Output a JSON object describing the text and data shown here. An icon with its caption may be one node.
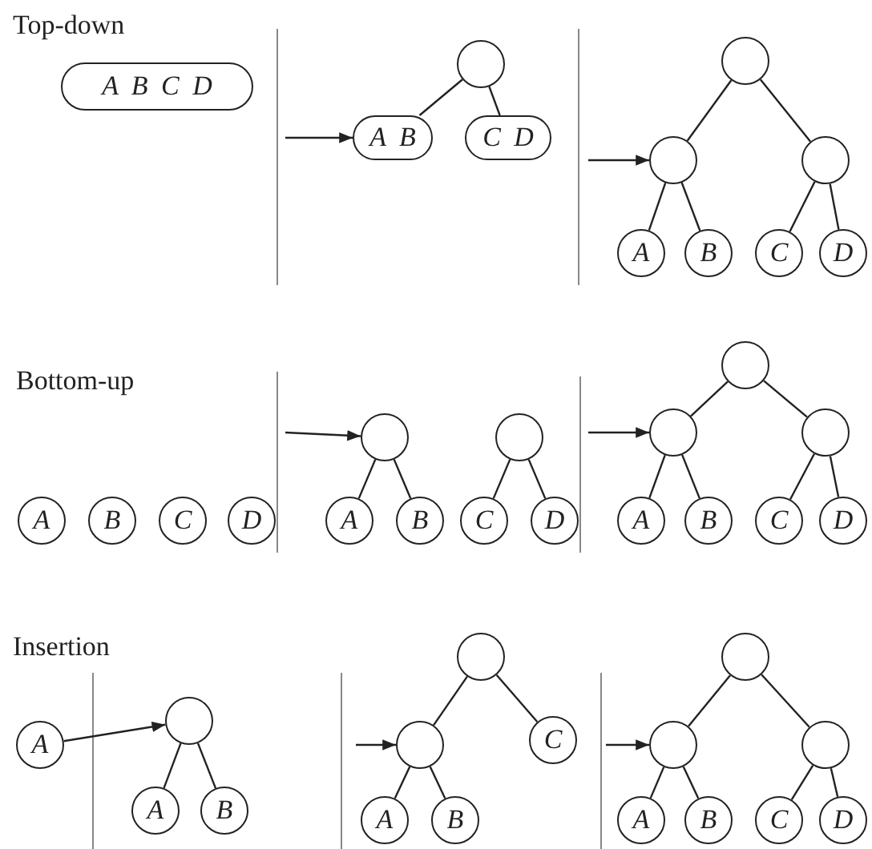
{
  "diagram": {
    "nodes": [
      {
        "text": [
          "A B C D"
        ]
      },
      {
        "text": [],
        "shape": "circle"
      },
      {
        "text": [
          "A B"
        ]
      },
      {
        "text": [
          "C D"
        ]
      },
      {
        "text": [],
        "shape": "circle"
      },
      {
        "text": [],
        "shape": "circle"
      },
      {
        "text": [],
        "shape": "circle"
      },
      {
        "text": [
          "A"
        ]
      },
      {
        "text": [
          "B"
        ]
      },
      {
        "text": [
          "C"
        ]
      },
      {
        "text": [
          "D"
        ]
      },
      {
        "text": [
          "A"
        ]
      },
      {
        "text": [
          "B"
        ]
      },
      {
        "text": [
          "C"
        ]
      },
      {
        "text": [
          "D"
        ]
      },
      {
        "text": [],
        "shape": "circle"
      },
      {
        "text": [
          "A"
        ]
      },
      {
        "text": [
          "B"
        ]
      },
      {
        "text": [],
        "shape": "circle"
      },
      {
        "text": [
          "C"
        ]
      },
      {
        "text": [
          "D"
        ]
      },
      {
        "text": [],
        "shape": "circle"
      },
      {
        "text": [],
        "shape": "circle"
      },
      {
        "text": [],
        "shape": "circle"
      },
      {
        "text": [
          "A"
        ]
      },
      {
        "text": [
          "B"
        ]
      },
      {
        "text": [
          "C"
        ]
      },
      {
        "text": [
          "D"
        ]
      },
      {
        "text": [
          "A"
        ]
      },
      {
        "text": [],
        "shape": "circle"
      },
      {
        "text": [
          "A"
        ]
      },
      {
        "text": [
          "B"
        ]
      },
      {
        "text": [],
        "shape": "circle"
      },
      {
        "text": [],
        "shape": "circle"
      },
      {
        "text": [
          "C"
        ]
      },
      {
        "text": [
          "A"
        ]
      },
      {
        "text": [
          "B"
        ]
      },
      {
        "text": [],
        "shape": "circle"
      },
      {
        "text": [],
        "shape": "circle"
      },
      {
        "text": [],
        "shape": "circle"
      },
      {
        "text": [
          "A"
        ]
      },
      {
        "text": [
          "B"
        ]
      },
      {
        "text": [
          "C"
        ]
      },
      {
        "text": [
          "D"
        ]
      }
    ],
    "edges": [
      {
        "from": 1,
        "to": 2,
        "arrow": "none"
      },
      {
        "from": 1,
        "to": 3,
        "arrow": "none"
      },
      {
        "from": null,
        "to": 2,
        "arrow": "to"
      },
      {
        "from": 4,
        "to": 5,
        "arrow": "none"
      },
      {
        "from": 4,
        "to": 6,
        "arrow": "none"
      },
      {
        "from": 5,
        "to": 7,
        "arrow": "none"
      },
      {
        "from": 5,
        "to": 8,
        "arrow": "none"
      },
      {
        "from": 6,
        "to": 9,
        "arrow": "none"
      },
      {
        "from": 6,
        "to": 10,
        "arrow": "none"
      },
      {
        "from": null,
        "to": 5,
        "arrow": "to"
      },
      {
        "from": null,
        "to": 15,
        "arrow": "to"
      },
      {
        "from": 15,
        "to": 16,
        "arrow": "none"
      },
      {
        "from": 15,
        "to": 17,
        "arrow": "none"
      },
      {
        "from": 18,
        "to": 19,
        "arrow": "none"
      },
      {
        "from": 18,
        "to": 20,
        "arrow": "none"
      },
      {
        "from": null,
        "to": 22,
        "arrow": "to"
      },
      {
        "from": 21,
        "to": 22,
        "arrow": "none"
      },
      {
        "from": 21,
        "to": 23,
        "arrow": "none"
      },
      {
        "from": 22,
        "to": 24,
        "arrow": "none"
      },
      {
        "from": 22,
        "to": 25,
        "arrow": "none"
      },
      {
        "from": 23,
        "to": 26,
        "arrow": "none"
      },
      {
        "from": 23,
        "to": 27,
        "arrow": "none"
      },
      {
        "from": 28,
        "to": 29,
        "arrow": "to"
      },
      {
        "from": 29,
        "to": 30,
        "arrow": "none"
      },
      {
        "from": 29,
        "to": 31,
        "arrow": "none"
      },
      {
        "from": null,
        "to": 33,
        "arrow": "to"
      },
      {
        "from": 32,
        "to": 33,
        "arrow": "none"
      },
      {
        "from": 32,
        "to": 34,
        "arrow": "none"
      },
      {
        "from": 33,
        "to": 35,
        "arrow": "none"
      },
      {
        "from": 33,
        "to": 36,
        "arrow": "none"
      },
      {
        "from": null,
        "to": 38,
        "arrow": "to"
      },
      {
        "from": 37,
        "to": 38,
        "arrow": "none"
      },
      {
        "from": 37,
        "to": 39,
        "arrow": "none"
      },
      {
        "from": 38,
        "to": 40,
        "arrow": "none"
      },
      {
        "from": 38,
        "to": 41,
        "arrow": "none"
      },
      {
        "from": 39,
        "to": 42,
        "arrow": "none"
      },
      {
        "from": 39,
        "to": 43,
        "arrow": "none"
      }
    ],
    "labels": [
      "Top-down",
      "Bottom-up",
      "Insertion"
    ]
  }
}
